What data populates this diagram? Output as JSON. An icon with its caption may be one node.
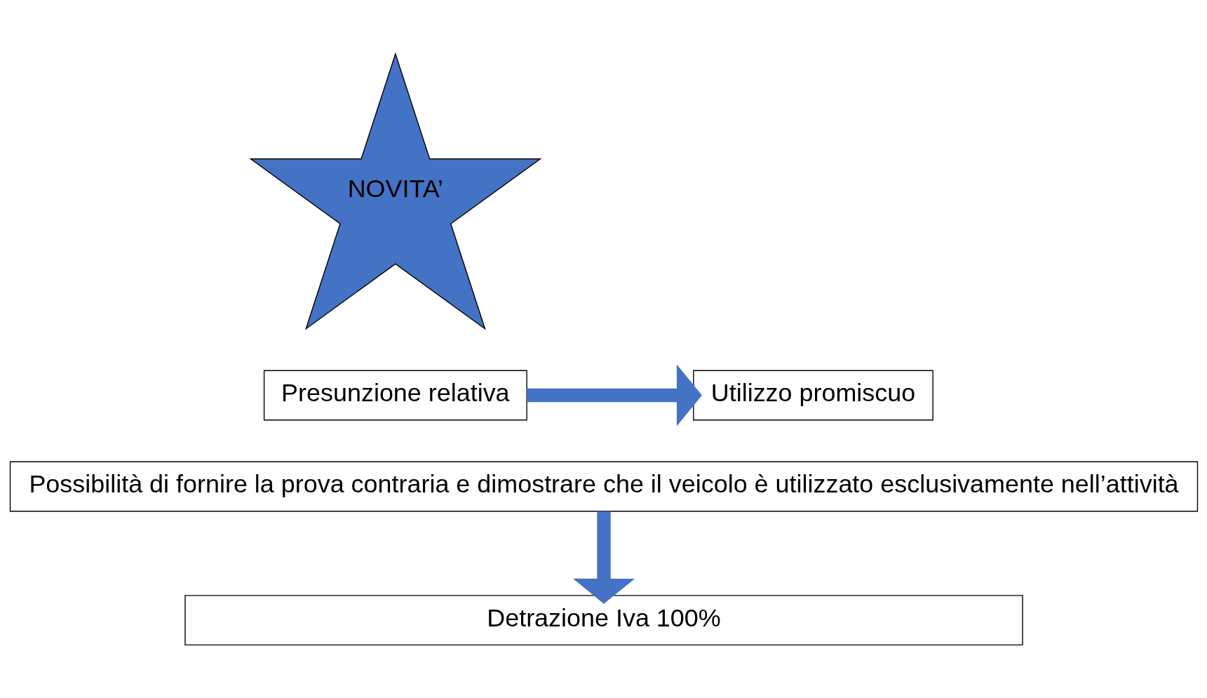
{
  "diagram": {
    "nodes": [
      {
        "text": [
          "NOVITA’"
        ]
      },
      {
        "text": [
          "Presunzione relativa"
        ]
      },
      {
        "text": [
          "Utilizzo promiscuo"
        ]
      },
      {
        "text": [
          "Possibilità di fornire la prova contraria e dimostrare che il veicolo è utilizzato esclusivamente nell’attività"
        ]
      },
      {
        "text": [
          "Detrazione Iva 100%"
        ]
      }
    ],
    "edges": [
      {
        "from": 1,
        "to": 2,
        "arrow": "to"
      },
      {
        "from": 3,
        "to": 4,
        "arrow": "to"
      }
    ]
  }
}
